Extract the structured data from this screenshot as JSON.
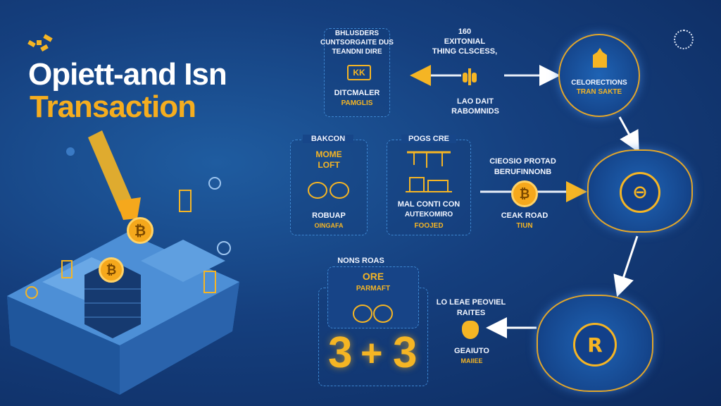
{
  "title": {
    "line1": "Opiett-and Isn",
    "line2": "Transaction"
  },
  "top_box": {
    "lines": [
      "Bhlusders",
      "Cuntsorgaite dus",
      "Teandni dire"
    ],
    "icon_label": "KK",
    "label": "Ditcmaler",
    "sublabel": "Pamglis"
  },
  "top_center": {
    "number": "160",
    "lines": [
      "Exitonial",
      "Thing clscess,"
    ],
    "label": "Lao Dait",
    "sublabel": "Rabomnids"
  },
  "circle_top": {
    "label": "Celorections",
    "sublabel": "Tran sakte"
  },
  "box_left": {
    "header": "Bakcon",
    "yellow": [
      "Mome",
      "Loft"
    ],
    "label": "Robuap",
    "sublabel": "Oingafa"
  },
  "box_mid": {
    "header": "Pogs cre",
    "lines": [
      "Mal Conti con",
      "Autekomiro"
    ],
    "sublabel": "Foojed"
  },
  "middle_center": {
    "lines": [
      "Cieosio protad",
      "Berufinnonb"
    ],
    "coin": "₿",
    "label": "Ceak road",
    "sublabel": "Tiun"
  },
  "bottom_box": {
    "header": "Nons roas",
    "yellow": "Ore",
    "sublabel": "Parmaft",
    "equation": [
      "3",
      "+",
      "3"
    ]
  },
  "bottom_center": {
    "lines": [
      "Lo leae peoviel",
      "Raites"
    ],
    "label": "Geaiuto",
    "sublabel": "Maiiee"
  },
  "cloud_mid": {
    "symbol": "⊖"
  },
  "cloud_bottom": {
    "symbol": "R"
  },
  "illustration": {
    "coin1": "₿",
    "coin2": "₿"
  },
  "colors": {
    "accent": "#f5b524",
    "bg": "#153f7e",
    "line": "#e8eef8"
  }
}
